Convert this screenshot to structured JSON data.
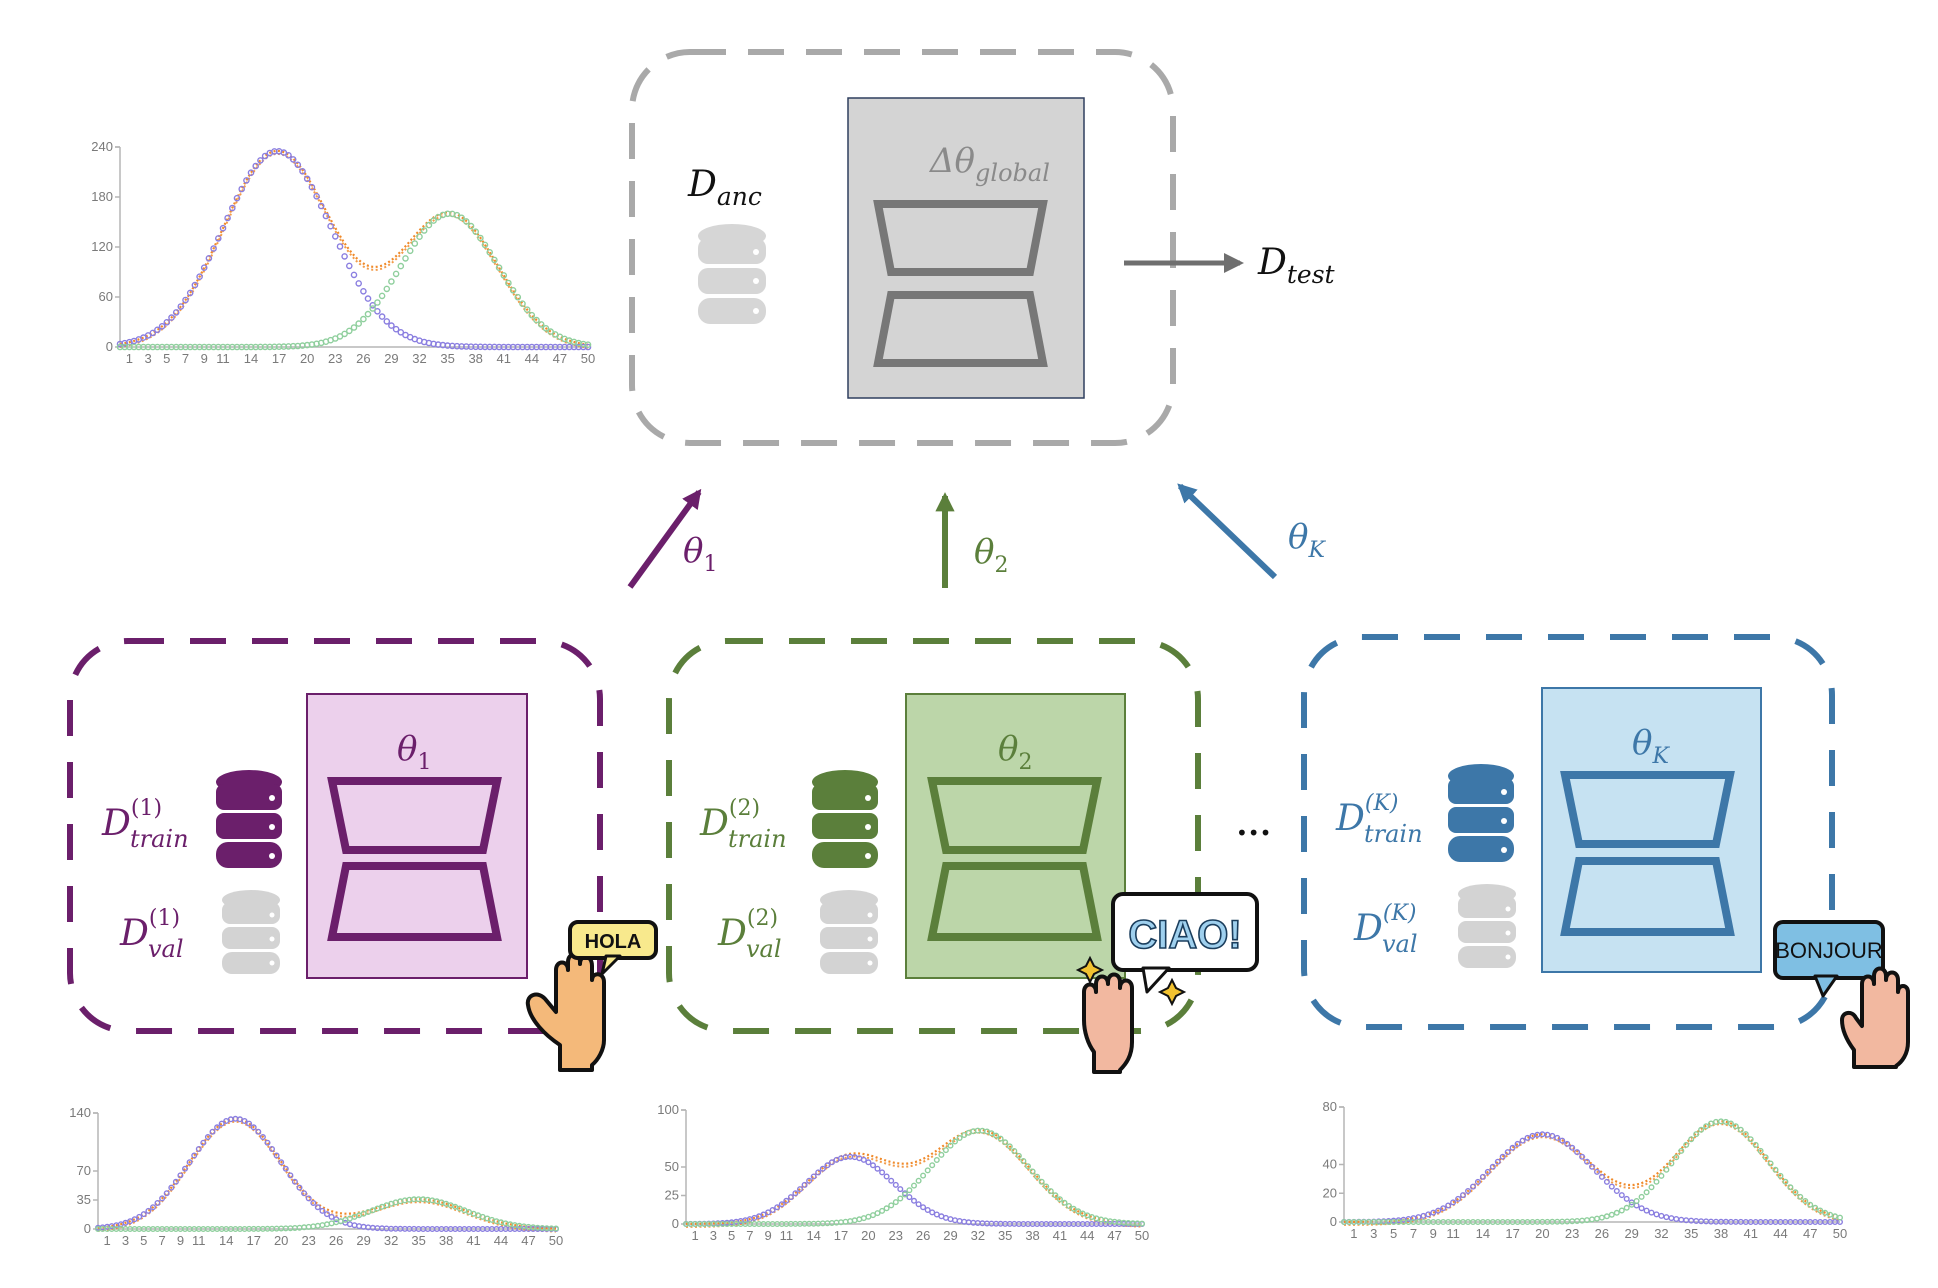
{
  "colors": {
    "server": "#a9a9a9",
    "server_fill": "#d4d4d4",
    "server_icon": "#7a7a7a",
    "purple": "#6b1f6b",
    "purple_fill": "#ecd0ec",
    "green": "#5b7f3b",
    "green_fill": "#bcd6a9",
    "blue": "#3d77a8",
    "blue_fill": "#c6e2f2",
    "val_db": "#d3d3d3",
    "text_dark": "#111111",
    "series_a": "#8a7ee0",
    "series_b": "#8fcf9d",
    "series_sum": "#f08a2a"
  },
  "server": {
    "anchor_label": "D",
    "anchor_sub": "anc",
    "model_label": "Δθ",
    "model_sub": "global",
    "output_label": "D",
    "output_sub": "test"
  },
  "uploads": [
    {
      "label": "θ",
      "sub": "1"
    },
    {
      "label": "θ",
      "sub": "2"
    },
    {
      "label": "θ",
      "sub": "K"
    }
  ],
  "ellipsis": "•••",
  "clients": [
    {
      "id": "1",
      "model_label": "θ",
      "model_sub": "1",
      "train_label": "D",
      "train_sup": "(1)",
      "train_sub": "train",
      "val_label": "D",
      "val_sup": "(1)",
      "val_sub": "val",
      "greeting": "HOLA"
    },
    {
      "id": "2",
      "model_label": "θ",
      "model_sub": "2",
      "train_label": "D",
      "train_sup": "(2)",
      "train_sub": "train",
      "val_label": "D",
      "val_sup": "(2)",
      "val_sub": "val",
      "greeting": "CIAO!"
    },
    {
      "id": "K",
      "model_label": "θ",
      "model_sub": "K",
      "train_label": "D",
      "train_sup": "(K)",
      "train_sub": "train",
      "val_label": "D",
      "val_sup": "(K)",
      "val_sub": "val",
      "greeting": "BONJOUR"
    }
  ],
  "chart_data": [
    {
      "type": "line",
      "title": "",
      "location": "global",
      "xlabel": "",
      "ylabel": "",
      "xlim": [
        0,
        50
      ],
      "ylim": [
        0,
        240
      ],
      "yticks": [
        0,
        60,
        120,
        180,
        240
      ],
      "xticks": [
        1,
        3,
        5,
        7,
        9,
        11,
        14,
        17,
        20,
        23,
        26,
        29,
        32,
        35,
        38,
        41,
        44,
        47,
        50
      ],
      "series": [
        {
          "name": "component-1",
          "style": "circles",
          "gaussian": {
            "amp": 235,
            "mu": 16.8,
            "sigma": 5.8
          }
        },
        {
          "name": "component-2",
          "style": "circles",
          "gaussian": {
            "amp": 160,
            "mu": 35.2,
            "sigma": 5.2
          }
        },
        {
          "name": "mixture",
          "style": "dotted",
          "sum_of": [
            "component-1",
            "component-2"
          ]
        }
      ]
    },
    {
      "type": "line",
      "title": "",
      "location": "client-1",
      "xlabel": "",
      "ylabel": "",
      "xlim": [
        0,
        50
      ],
      "ylim": [
        0,
        140
      ],
      "yticks": [
        0,
        35,
        70,
        140
      ],
      "xticks": [
        1,
        3,
        5,
        7,
        9,
        11,
        14,
        17,
        20,
        23,
        26,
        29,
        32,
        35,
        38,
        41,
        44,
        47,
        50
      ],
      "series": [
        {
          "name": "component-1",
          "style": "circles",
          "gaussian": {
            "amp": 133,
            "mu": 15.0,
            "sigma": 5.0
          }
        },
        {
          "name": "component-2",
          "style": "circles",
          "gaussian": {
            "amp": 36,
            "mu": 35.0,
            "sigma": 5.2
          }
        },
        {
          "name": "mixture",
          "style": "dotted",
          "sum_of": [
            "component-1",
            "component-2"
          ]
        }
      ]
    },
    {
      "type": "line",
      "title": "",
      "location": "client-2",
      "xlabel": "",
      "ylabel": "",
      "xlim": [
        0,
        50
      ],
      "ylim": [
        0,
        100
      ],
      "yticks": [
        0,
        25,
        50,
        100
      ],
      "xticks": [
        1,
        3,
        5,
        7,
        9,
        11,
        14,
        17,
        20,
        23,
        26,
        29,
        32,
        35,
        38,
        41,
        44,
        47,
        50
      ],
      "series": [
        {
          "name": "component-1",
          "style": "circles",
          "gaussian": {
            "amp": 59,
            "mu": 18.0,
            "sigma": 4.8
          }
        },
        {
          "name": "component-2",
          "style": "circles",
          "gaussian": {
            "amp": 82,
            "mu": 32.2,
            "sigma": 5.4
          }
        },
        {
          "name": "mixture",
          "style": "dotted",
          "sum_of": [
            "component-1",
            "component-2"
          ]
        }
      ]
    },
    {
      "type": "line",
      "title": "",
      "location": "client-K",
      "xlabel": "",
      "ylabel": "",
      "xlim": [
        0,
        50
      ],
      "ylim": [
        0,
        80
      ],
      "yticks": [
        0,
        20,
        40,
        80
      ],
      "xticks": [
        1,
        3,
        5,
        7,
        9,
        11,
        14,
        17,
        20,
        23,
        26,
        29,
        32,
        35,
        38,
        41,
        44,
        47,
        50
      ],
      "series": [
        {
          "name": "component-1",
          "style": "circles",
          "gaussian": {
            "amp": 61,
            "mu": 20.0,
            "sigma": 5.2
          }
        },
        {
          "name": "component-2",
          "style": "circles",
          "gaussian": {
            "amp": 70,
            "mu": 38.0,
            "sigma": 4.8
          }
        },
        {
          "name": "mixture",
          "style": "dotted",
          "sum_of": [
            "component-1",
            "component-2"
          ]
        }
      ]
    }
  ]
}
